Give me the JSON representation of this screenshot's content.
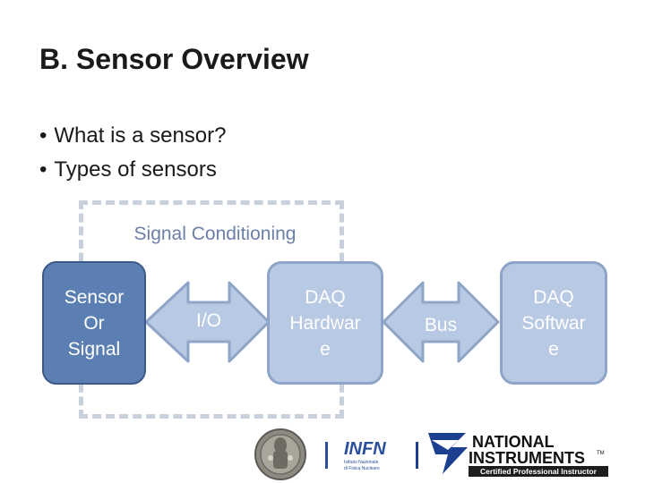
{
  "slide": {
    "title": "B. Sensor Overview",
    "bullets": [
      "What is a sensor?",
      "Types of sensors"
    ]
  },
  "diagram": {
    "group_label": "Signal Conditioning",
    "sensor_box": "Sensor\nOr\nSignal",
    "io_label": "I/O",
    "daq_hw_box": "DAQ\nHardwar\ne",
    "bus_label": "Bus",
    "daq_sw_box": "DAQ\nSoftwar\ne"
  },
  "logos": {
    "infn_text": "INFN",
    "infn_subtext": [
      "Istituto Nazionale",
      "di Fisica Nucleare"
    ],
    "ni_line1": "NATIONAL",
    "ni_line2": "INSTRUMENTS",
    "ni_tm": "TM",
    "ni_badge": "Certified Professional Instructor"
  },
  "colors": {
    "dark_box": "#5b7fb2",
    "light_box": "#b8c9e4",
    "dashed_frame": "#c8d0dc",
    "label_blue": "#6b7fa8",
    "infn_blue": "#2a4f9a",
    "ni_blue": "#1d3f8f"
  }
}
